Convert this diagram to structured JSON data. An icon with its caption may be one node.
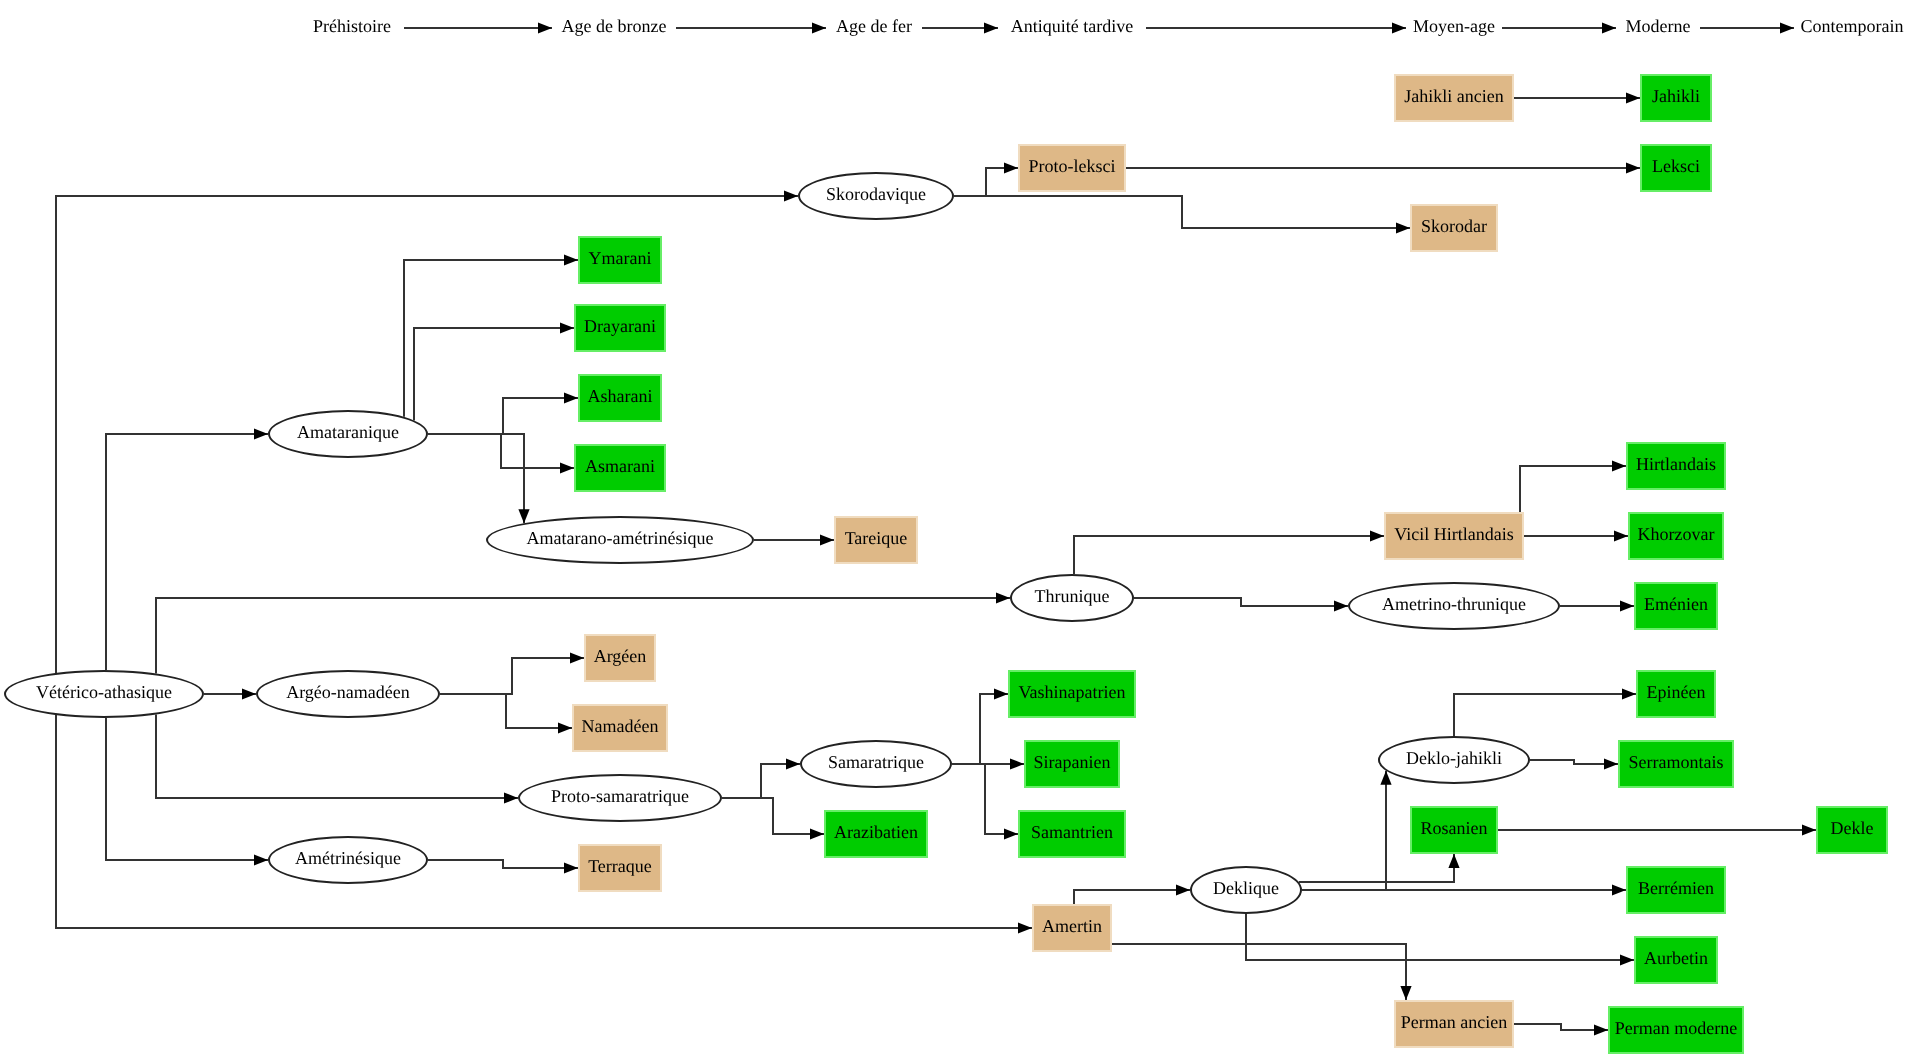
{
  "diagram": {
    "nodes": [
      {
        "text": [
          "Préhistoire"
        ]
      },
      {
        "text": [
          "Age de bronze"
        ]
      },
      {
        "text": [
          "Age de fer"
        ]
      },
      {
        "text": [
          "Antiquité tardive"
        ]
      },
      {
        "text": [
          "Moyen-age"
        ]
      },
      {
        "text": [
          "Moderne"
        ]
      },
      {
        "text": [
          "Contemporain"
        ]
      },
      {
        "text": [
          "Jahikli ancien"
        ]
      },
      {
        "text": [
          "Jahikli"
        ]
      },
      {
        "text": [
          "Skorodavique"
        ]
      },
      {
        "text": [
          "Proto-leksci"
        ]
      },
      {
        "text": [
          "Leksci"
        ]
      },
      {
        "text": [
          "Skorodar"
        ]
      },
      {
        "text": [
          "Ymarani"
        ]
      },
      {
        "text": [
          "Drayarani"
        ]
      },
      {
        "text": [
          "Amataranique"
        ]
      },
      {
        "text": [
          "Asharani"
        ]
      },
      {
        "text": [
          "Asmarani"
        ]
      },
      {
        "text": [
          "Amatarano-amétrinésique"
        ]
      },
      {
        "text": [
          "Tareique"
        ]
      },
      {
        "text": [
          "Thrunique"
        ]
      },
      {
        "text": [
          "Vicil Hirtlandais"
        ]
      },
      {
        "text": [
          "Hirtlandais"
        ]
      },
      {
        "text": [
          "Khorzovar"
        ]
      },
      {
        "text": [
          "Ametrino-thrunique"
        ]
      },
      {
        "text": [
          "Eménien"
        ]
      },
      {
        "text": [
          "Vétérico-athasique"
        ]
      },
      {
        "text": [
          "Argéo-namadéen"
        ]
      },
      {
        "text": [
          "Argéen"
        ]
      },
      {
        "text": [
          "Namadéen"
        ]
      },
      {
        "text": [
          "Vashinapatrien"
        ]
      },
      {
        "text": [
          "Epinéen"
        ]
      },
      {
        "text": [
          "Samaratrique"
        ]
      },
      {
        "text": [
          "Sirapanien"
        ]
      },
      {
        "text": [
          "Deklo-jahikli"
        ]
      },
      {
        "text": [
          "Serramontais"
        ]
      },
      {
        "text": [
          "Proto-samaratrique"
        ]
      },
      {
        "text": [
          "Arazibatien"
        ]
      },
      {
        "text": [
          "Samantrien"
        ]
      },
      {
        "text": [
          "Rosanien"
        ]
      },
      {
        "text": [
          "Dekle"
        ]
      },
      {
        "text": [
          "Amétrinésique"
        ]
      },
      {
        "text": [
          "Terraque"
        ]
      },
      {
        "text": [
          "Deklique"
        ]
      },
      {
        "text": [
          "Berrémien"
        ]
      },
      {
        "text": [
          "Amertin"
        ]
      },
      {
        "text": [
          "Aurbetin"
        ]
      },
      {
        "text": [
          "Perman ancien"
        ]
      },
      {
        "text": [
          "Perman moderne"
        ]
      }
    ],
    "edges": [
      {
        "from": 0,
        "to": 1,
        "arrow": "to"
      },
      {
        "from": 1,
        "to": 2,
        "arrow": "to"
      },
      {
        "from": 2,
        "to": 3,
        "arrow": "to"
      },
      {
        "from": 3,
        "to": 4,
        "arrow": "to"
      },
      {
        "from": 4,
        "to": 5,
        "arrow": "to"
      },
      {
        "from": 5,
        "to": 6,
        "arrow": "to"
      },
      {
        "from": 7,
        "to": 8,
        "arrow": "to"
      },
      {
        "from": 26,
        "to": 9,
        "arrow": "to"
      },
      {
        "from": 9,
        "to": 10,
        "arrow": "to"
      },
      {
        "from": 9,
        "to": 12,
        "arrow": "to"
      },
      {
        "from": 10,
        "to": 11,
        "arrow": "to"
      },
      {
        "from": 26,
        "to": 15,
        "arrow": "to"
      },
      {
        "from": 15,
        "to": 13,
        "arrow": "to"
      },
      {
        "from": 15,
        "to": 14,
        "arrow": "to"
      },
      {
        "from": 15,
        "to": 16,
        "arrow": "to"
      },
      {
        "from": 15,
        "to": 17,
        "arrow": "to"
      },
      {
        "from": 15,
        "to": 18,
        "arrow": "to"
      },
      {
        "from": 18,
        "to": 19,
        "arrow": "to"
      },
      {
        "from": 26,
        "to": 20,
        "arrow": "to"
      },
      {
        "from": 20,
        "to": 21,
        "arrow": "to"
      },
      {
        "from": 20,
        "to": 24,
        "arrow": "to"
      },
      {
        "from": 21,
        "to": 22,
        "arrow": "to"
      },
      {
        "from": 21,
        "to": 23,
        "arrow": "to"
      },
      {
        "from": 24,
        "to": 25,
        "arrow": "to"
      },
      {
        "from": 26,
        "to": 27,
        "arrow": "to"
      },
      {
        "from": 27,
        "to": 28,
        "arrow": "to"
      },
      {
        "from": 27,
        "to": 29,
        "arrow": "to"
      },
      {
        "from": 26,
        "to": 36,
        "arrow": "to"
      },
      {
        "from": 36,
        "to": 32,
        "arrow": "to"
      },
      {
        "from": 36,
        "to": 37,
        "arrow": "to"
      },
      {
        "from": 32,
        "to": 30,
        "arrow": "to"
      },
      {
        "from": 32,
        "to": 33,
        "arrow": "to"
      },
      {
        "from": 32,
        "to": 38,
        "arrow": "to"
      },
      {
        "from": 43,
        "to": 34,
        "arrow": "to"
      },
      {
        "from": 34,
        "to": 31,
        "arrow": "to"
      },
      {
        "from": 34,
        "to": 35,
        "arrow": "to"
      },
      {
        "from": 43,
        "to": 39,
        "arrow": "to"
      },
      {
        "from": 39,
        "to": 40,
        "arrow": "to"
      },
      {
        "from": 26,
        "to": 41,
        "arrow": "to"
      },
      {
        "from": 41,
        "to": 42,
        "arrow": "to"
      },
      {
        "from": 26,
        "to": 45,
        "arrow": "to"
      },
      {
        "from": 45,
        "to": 43,
        "arrow": "to"
      },
      {
        "from": 45,
        "to": 47,
        "arrow": "to"
      },
      {
        "from": 43,
        "to": 44,
        "arrow": "to"
      },
      {
        "from": 43,
        "to": 46,
        "arrow": "to"
      },
      {
        "from": 47,
        "to": 48,
        "arrow": "to"
      }
    ]
  }
}
